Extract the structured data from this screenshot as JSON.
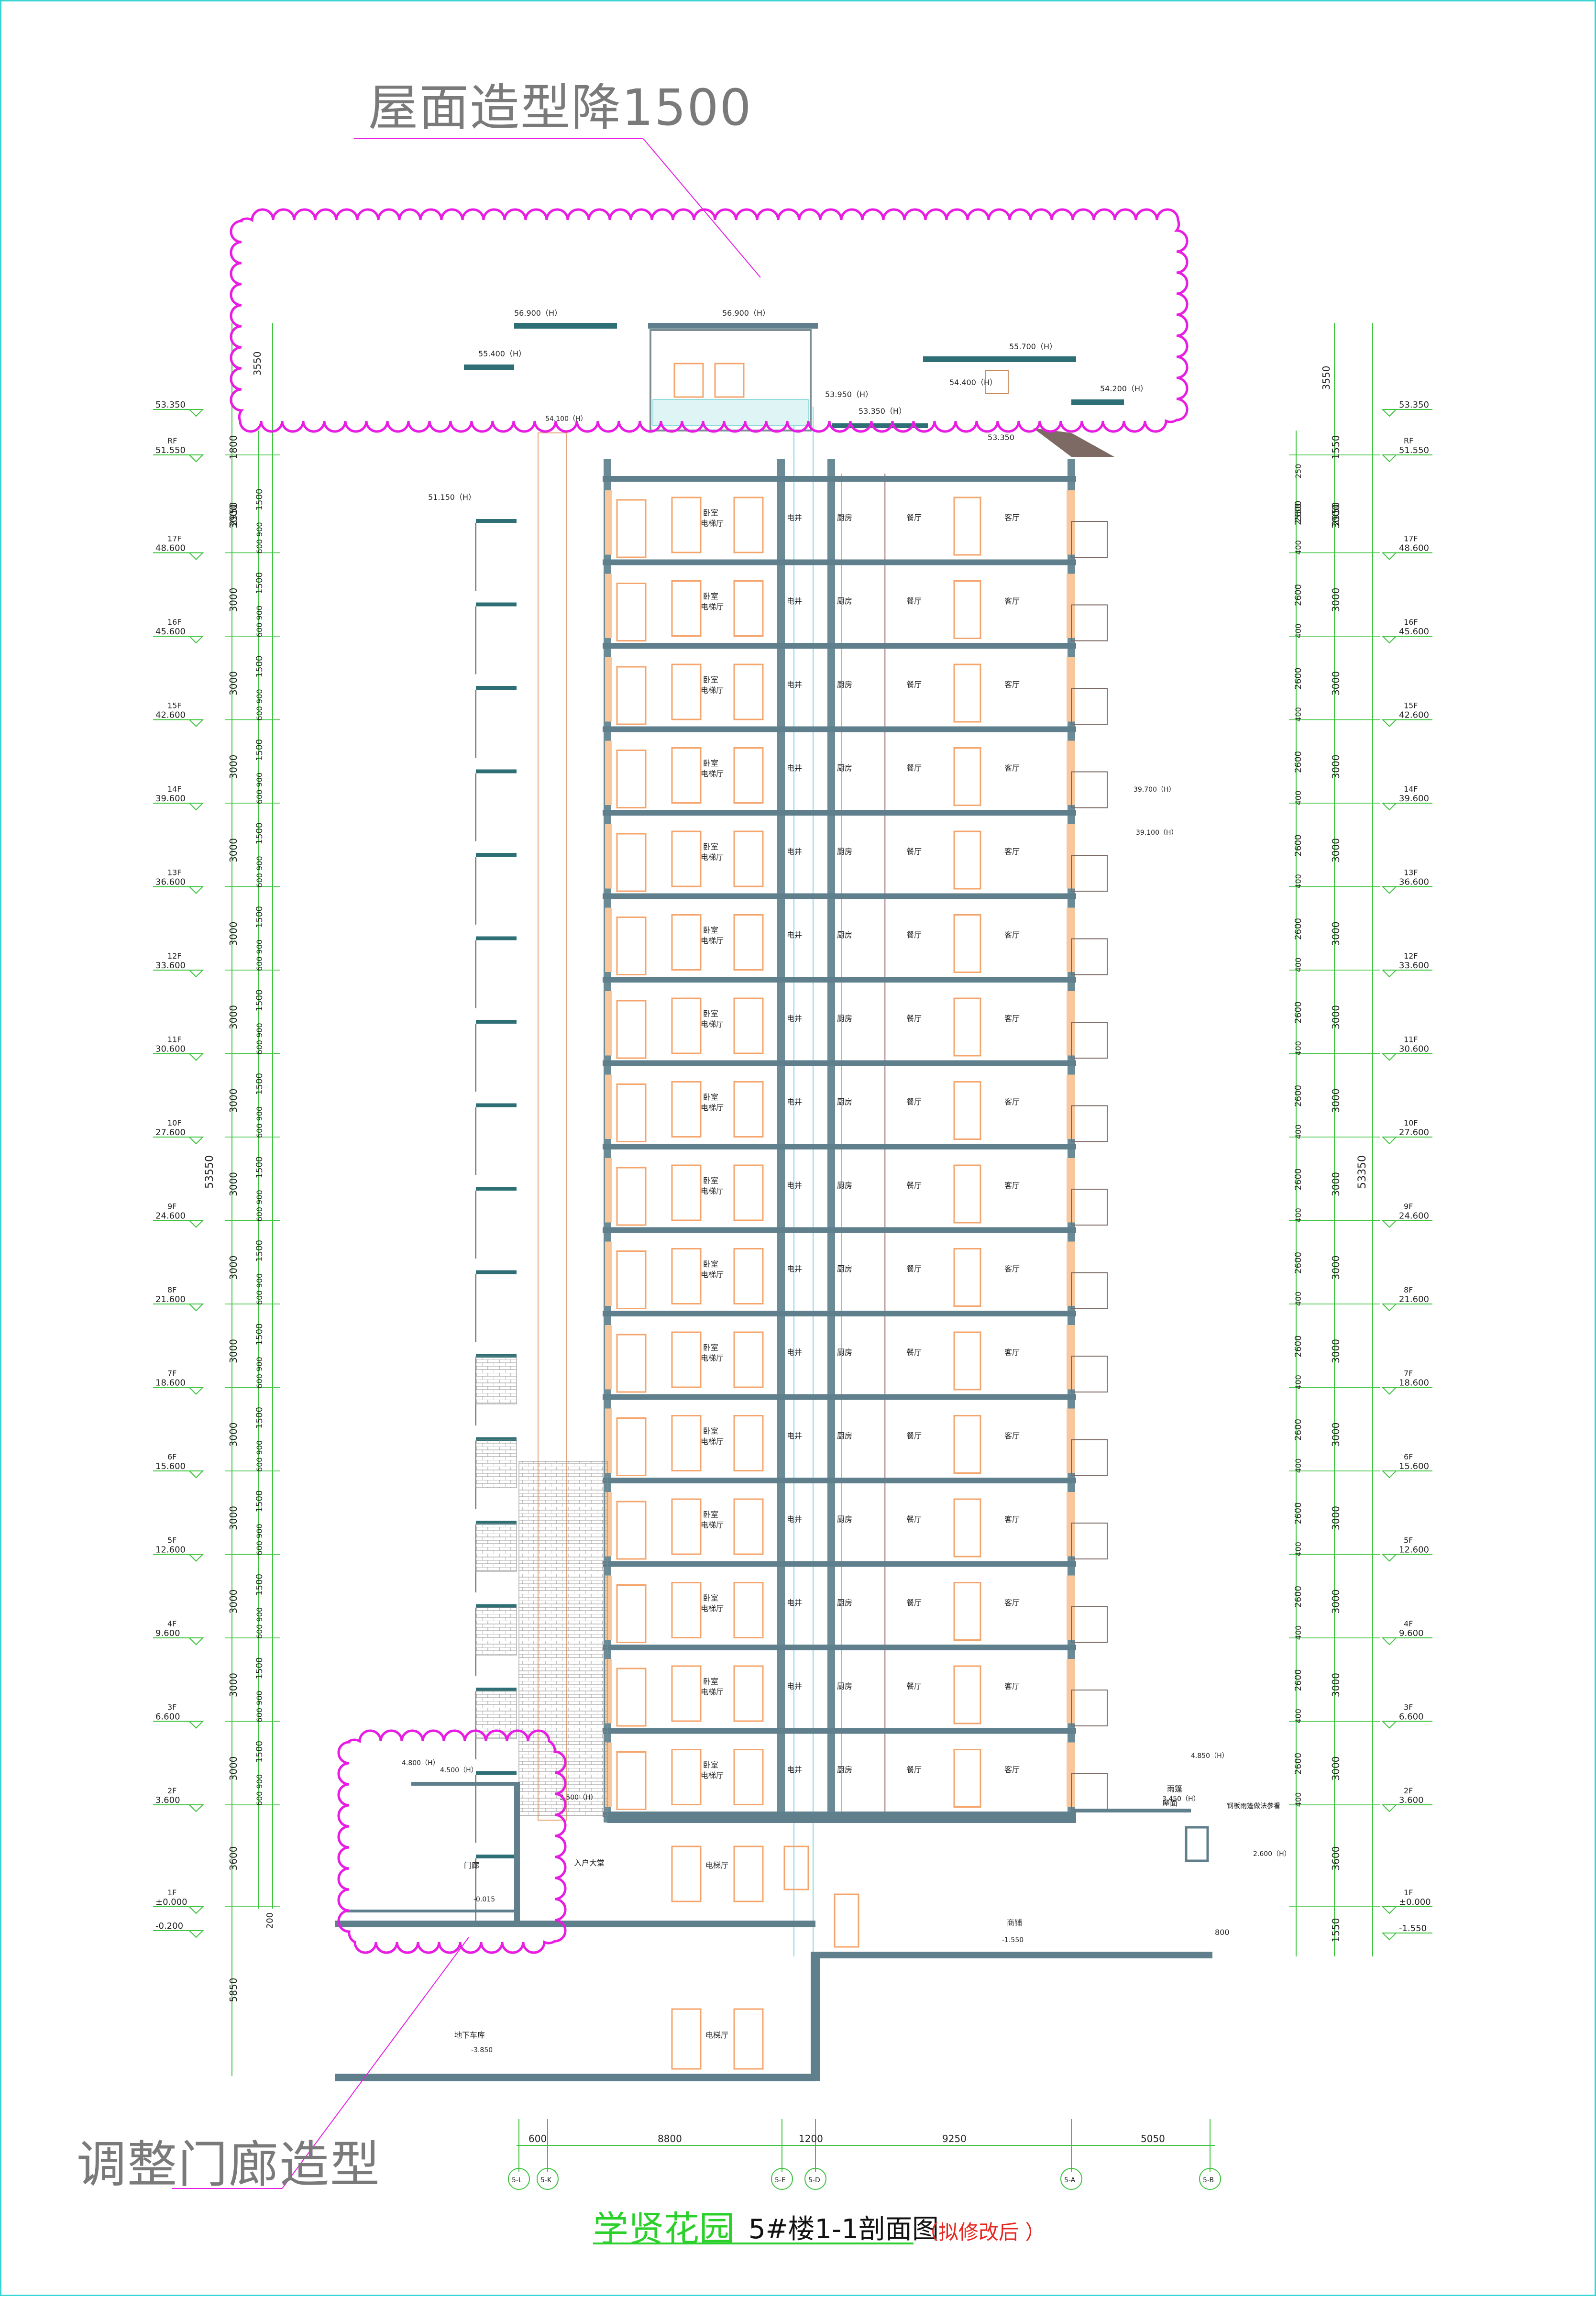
{
  "annotations": {
    "roof_note": "屋面造型降1500",
    "gate_note": "调整门廊造型"
  },
  "title": {
    "project": "学贤花园",
    "drawing": "5#楼1-1剖面图",
    "status": "（拟修改后 ）"
  },
  "rooms": {
    "bedroom": "卧室",
    "elevator_hall": "电梯厅",
    "shaft": "电井",
    "kitchen": "厨房",
    "dining": "餐厅",
    "living": "客厅",
    "lobby": "入户大堂",
    "porch": "门廊",
    "garage": "地下车库",
    "shop": "商铺",
    "canopy": "雨篷",
    "roof": "屋面"
  },
  "floors_left": [
    {
      "label": "RF",
      "elev": "51.550"
    },
    {
      "label": "17F",
      "elev": "48.600"
    },
    {
      "label": "16F",
      "elev": "45.600"
    },
    {
      "label": "15F",
      "elev": "42.600"
    },
    {
      "label": "14F",
      "elev": "39.600"
    },
    {
      "label": "13F",
      "elev": "36.600"
    },
    {
      "label": "12F",
      "elev": "33.600"
    },
    {
      "label": "11F",
      "elev": "30.600"
    },
    {
      "label": "10F",
      "elev": "27.600"
    },
    {
      "label": "9F",
      "elev": "24.600"
    },
    {
      "label": "8F",
      "elev": "21.600"
    },
    {
      "label": "7F",
      "elev": "18.600"
    },
    {
      "label": "6F",
      "elev": "15.600"
    },
    {
      "label": "5F",
      "elev": "12.600"
    },
    {
      "label": "4F",
      "elev": "9.600"
    },
    {
      "label": "3F",
      "elev": "6.600"
    },
    {
      "label": "2F",
      "elev": "3.600"
    },
    {
      "label": "1F",
      "elev": "±0.000"
    }
  ],
  "top_elev": "53.350",
  "left_extra": {
    "grade": "-0.200",
    "total": "53550",
    "basement": "5850",
    "base": "200",
    "d3600": "3600"
  },
  "right_extra": {
    "grade": "-1.550",
    "total": "53350",
    "d3600": "3600",
    "d1550": "1550",
    "d800": "800"
  },
  "left_dims": {
    "outer": "3000",
    "top1": "1800",
    "top2": "2950"
  },
  "right_dims": {
    "outer": "3000",
    "inner": "2600",
    "slab": "400",
    "top1": "1550",
    "top2": "2950",
    "top3": "250",
    "top4": "2550"
  },
  "roof_levels": {
    "a": "56.900（H）",
    "b": "56.900（H）",
    "c": "55.400（H）",
    "d": "55.700（H）",
    "e": "54.400（H）",
    "f": "54.200（H）",
    "g": "53.950（H）",
    "h": "53.350（H）",
    "i": "53.350",
    "j": "51.150（H）",
    "k": "54.100（H）",
    "l": "53.350（H）"
  },
  "misc_levels": {
    "r1": "39.700（H）",
    "r2": "39.100（H）",
    "c1": "4.800（H）",
    "c2": "4.500（H）",
    "c3": "3.500（H）",
    "c4": "4.850（H）",
    "c5": "3.450（H）",
    "c6": "2.600（H）",
    "p1": "-0.015",
    "s1": "-1.550",
    "g1": "-3.850",
    "note_right": "钢板雨篷做法参看"
  },
  "axes_dims": [
    "600",
    "8800",
    "1200",
    "9250",
    "5050"
  ],
  "axes": [
    "5-L",
    "5-K",
    "5-E",
    "5-D",
    "5-A",
    "5-B"
  ]
}
